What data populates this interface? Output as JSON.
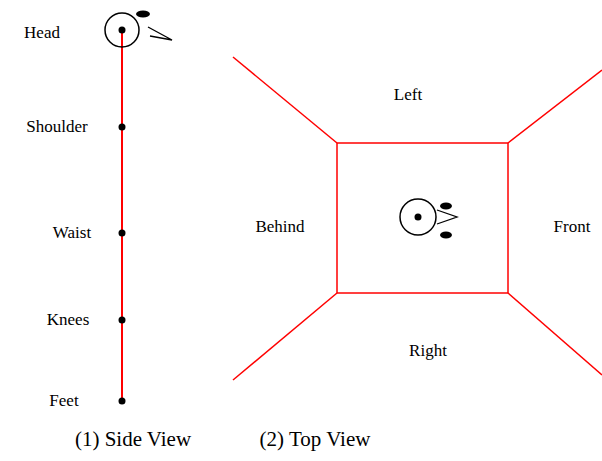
{
  "diagram": {
    "labels": [
      "Head",
      "Shoulder",
      "Waist",
      "Knees",
      "Feet",
      "Left",
      "Behind",
      "Front",
      "Right",
      "(1) Side View",
      "(2) Top View"
    ]
  }
}
